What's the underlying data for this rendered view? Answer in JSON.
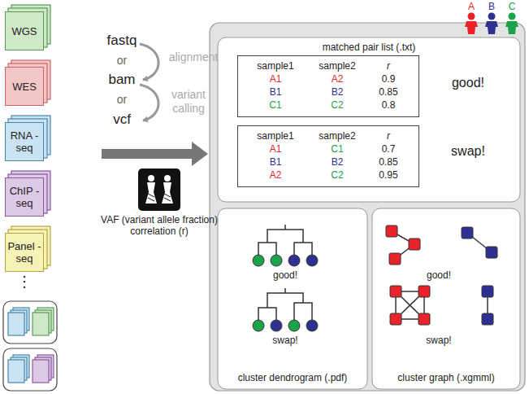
{
  "diagram": {
    "nodes": [
      {
        "text": [
          "WGS"
        ]
      },
      {
        "text": [
          "WES"
        ]
      },
      {
        "text": [
          "RNA -seq"
        ]
      },
      {
        "text": [
          "ChIP -seq"
        ]
      },
      {
        "text": [
          "Panel -seq"
        ]
      },
      {
        "text": [
          "matched pair list (.txt)"
        ]
      },
      {
        "text": [
          "sample1",
          "sample2",
          "r",
          "A1",
          "A2",
          "0.9",
          "B1",
          "B2",
          "0.85",
          "C1",
          "C2",
          "0.8"
        ],
        "in": 5
      },
      {
        "text": [
          "sample1",
          "sample2",
          "r",
          "A1",
          "C1",
          "0.7",
          "B1",
          "B2",
          "0.85",
          "A2",
          "C2",
          "0.95"
        ],
        "in": 5
      },
      {
        "text": [
          "cluster dendrogram (.pdf)"
        ]
      },
      {
        "text": [
          "cluster graph (.xgmml)"
        ]
      }
    ],
    "labels": [
      "A",
      "B",
      "C",
      "fastq",
      "or",
      "bam",
      "or",
      "vcf",
      "alignment",
      "variant calling",
      "VAF (variant allele fraction) correlation (r)",
      "⋮",
      "good!",
      "swap!",
      "good!",
      "swap!",
      "good!",
      "swap!"
    ]
  }
}
